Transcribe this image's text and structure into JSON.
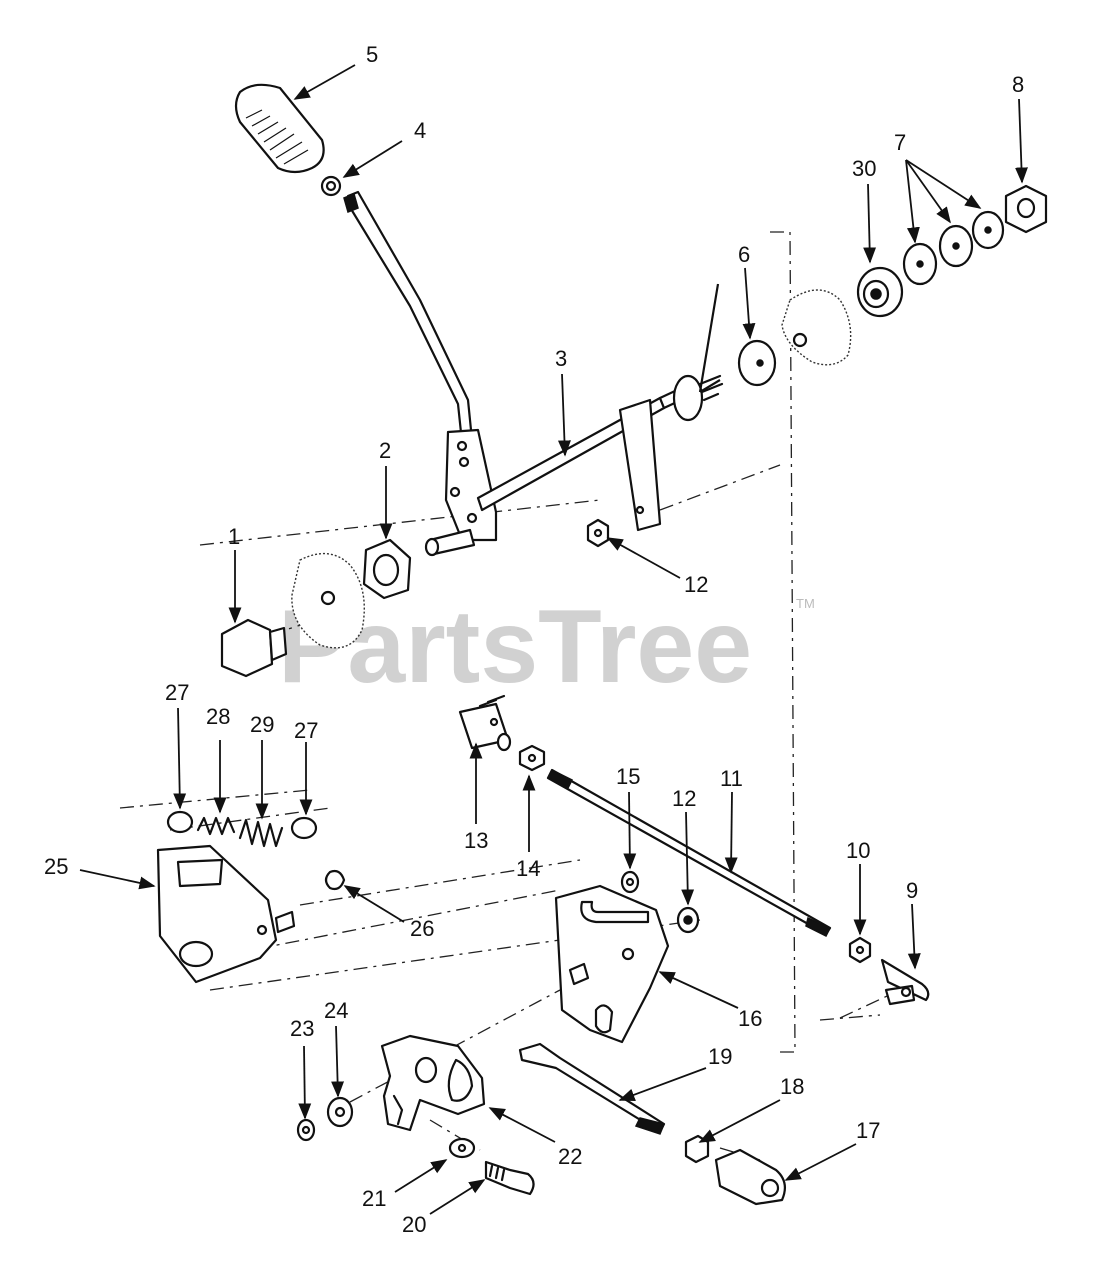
{
  "watermark": {
    "text": "PartsTree",
    "tm": "TM"
  },
  "callouts": {
    "c1": "1",
    "c2": "2",
    "c3": "3",
    "c4": "4",
    "c5": "5",
    "c6": "6",
    "c7": "7",
    "c8": "8",
    "c9": "9",
    "c10": "10",
    "c11": "11",
    "c12a": "12",
    "c12b": "12",
    "c13": "13",
    "c14": "14",
    "c15": "15",
    "c16": "16",
    "c17": "17",
    "c18": "18",
    "c19": "19",
    "c20": "20",
    "c21": "21",
    "c22": "22",
    "c23": "23",
    "c24": "24",
    "c25": "25",
    "c26": "26",
    "c27a": "27",
    "c27b": "27",
    "c28": "28",
    "c29": "29",
    "c30": "30"
  }
}
